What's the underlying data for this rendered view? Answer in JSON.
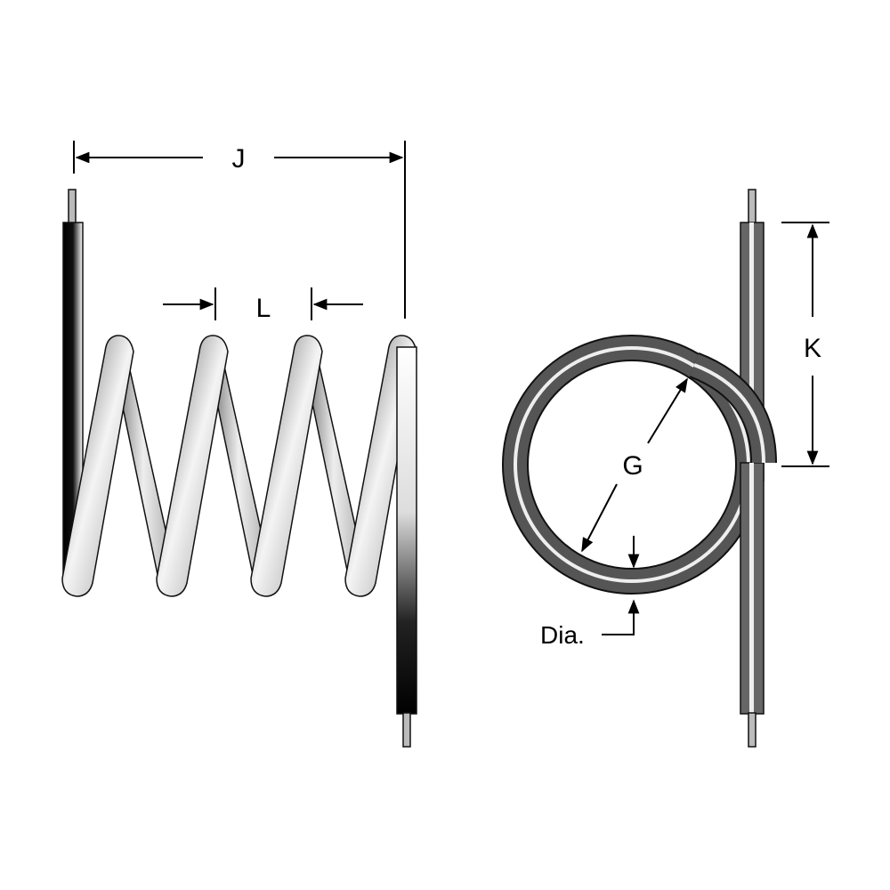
{
  "labels": {
    "J": "J",
    "L": "L",
    "K": "K",
    "G": "G",
    "dia": "Dia."
  },
  "colors": {
    "wire_dark": "#3a3a3a",
    "wire_light": "#e8e8e8",
    "outline": "#1a1a1a"
  }
}
